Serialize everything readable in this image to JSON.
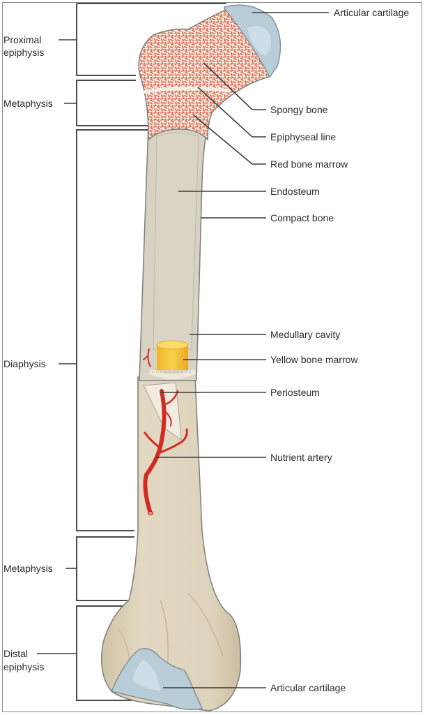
{
  "figure": {
    "title": "Anatomy of a long bone (femur)",
    "regions": [
      {
        "id": "proximal-epiphysis",
        "lines": [
          "Proximal",
          "epiphysis"
        ]
      },
      {
        "id": "proximal-metaphysis",
        "lines": [
          "Metaphysis"
        ]
      },
      {
        "id": "diaphysis",
        "lines": [
          "Diaphysis"
        ]
      },
      {
        "id": "distal-metaphysis",
        "lines": [
          "Metaphysis"
        ]
      },
      {
        "id": "distal-epiphysis",
        "lines": [
          "Distal",
          "epiphysis"
        ]
      }
    ],
    "structures": [
      {
        "id": "articular-cartilage-top",
        "label": "Articular cartilage"
      },
      {
        "id": "spongy-bone",
        "label": "Spongy bone"
      },
      {
        "id": "epiphyseal-line",
        "label": "Epiphyseal line"
      },
      {
        "id": "red-bone-marrow",
        "label": "Red bone marrow"
      },
      {
        "id": "endosteum",
        "label": "Endosteum"
      },
      {
        "id": "compact-bone",
        "label": "Compact bone"
      },
      {
        "id": "medullary-cavity",
        "label": "Medullary cavity"
      },
      {
        "id": "yellow-bone-marrow",
        "label": "Yellow bone marrow"
      },
      {
        "id": "periosteum",
        "label": "Periosteum"
      },
      {
        "id": "nutrient-artery",
        "label": "Nutrient artery"
      },
      {
        "id": "articular-cartilage-bottom",
        "label": "Articular cartilage"
      }
    ]
  },
  "colors": {
    "bone": "#ddd2bb",
    "bone_shadow": "#c9bc9f",
    "cavity": "#d9d5c8",
    "cartilage": "#b9cdd8",
    "cartilage_light": "#cfdde6",
    "marrow_red": "#e0553c",
    "artery": "#d22c22",
    "yellow_marrow": "#f2c23a",
    "outline": "#7d7d7d"
  }
}
